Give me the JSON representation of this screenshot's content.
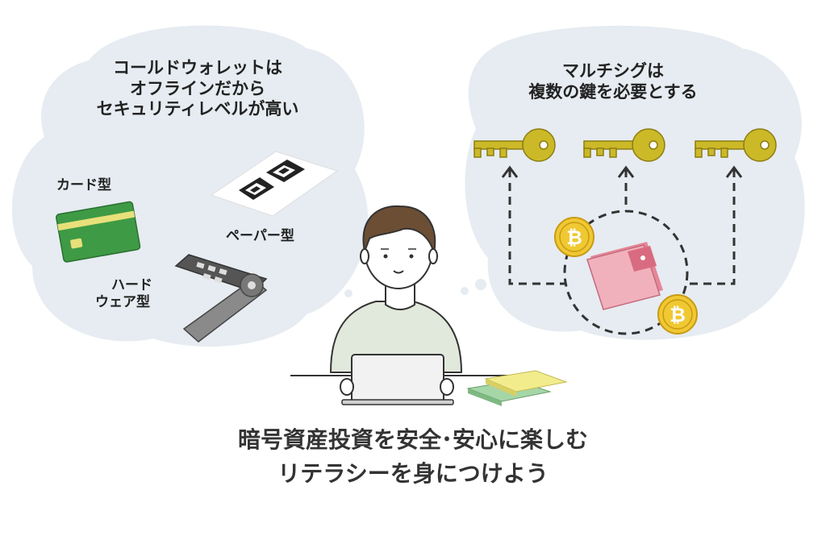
{
  "colors": {
    "bubble": "#e6ecf1",
    "key": "#cbb928",
    "card": "#3f9a45",
    "wallet": "#eea5b1",
    "coin": "#f0c832",
    "hardware": "#6a6a6a",
    "text": "#222222"
  },
  "left_bubble": {
    "title_lines": [
      "コールドウォレットは",
      "オフラインだから",
      "セキュリティレベルが高い"
    ],
    "card_label": "カード型",
    "paper_label": "ペーパー型",
    "hardware_label_lines": [
      "ハード",
      "ウェア型"
    ]
  },
  "right_bubble": {
    "title_lines": [
      "マルチシグは",
      "複数の鍵を必要とする"
    ],
    "coin_symbol": "₿"
  },
  "caption_lines": [
    "暗号資産投資を安全･安心に楽しむ",
    "リテラシーを身につけよう"
  ],
  "icons": [
    "key-icon",
    "wallet-icon",
    "bitcoin-coin-icon",
    "qr-code-icon",
    "card-wallet-icon",
    "hardware-wallet-icon",
    "person-illustration",
    "laptop-icon",
    "books-icon"
  ]
}
